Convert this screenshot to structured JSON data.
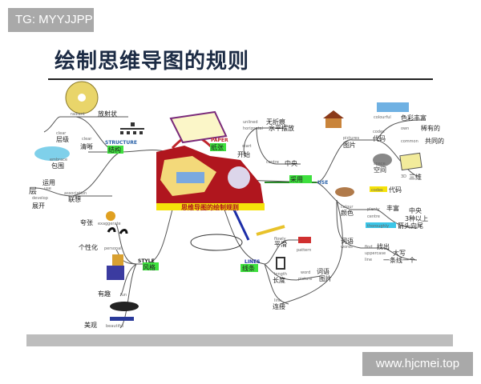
{
  "watermarks": {
    "top_left": "TG: MYYJJPP",
    "bottom_right": "www.hjcmei.top"
  },
  "slide": {
    "title": "绘制思维导图的规则"
  },
  "mindmap": {
    "center": {
      "banner": "思维导图的绘制规则"
    },
    "structure": {
      "en": "STRUCTURE",
      "cn": "结构",
      "radiant_en": "radiant",
      "radiant_cn": "放射状",
      "clear_en": "clear",
      "clear_cn": "清晰",
      "hier_en": "clear",
      "hier_cn": "层级",
      "embrace_en": "embrace",
      "embrace_cn": "包围",
      "assoc_en": "association",
      "assoc_cn": "联想",
      "use_en": "use",
      "use_cn": "运用",
      "develop_en": "develop",
      "develop_cn": "展开",
      "layer_cn": "层"
    },
    "paper": {
      "en": "PAPER",
      "cn": "纸张",
      "unlined_en": "unlined",
      "unlined_cn": "无折痕",
      "horizontal_en": "horizontal",
      "horizontal_cn": "水平摆放",
      "start_en": "start",
      "start_cn": "开始",
      "centre_en": "centre",
      "centre_cn": "中央"
    },
    "use": {
      "en": "USE",
      "cn": "采用",
      "picture_en": "pictures",
      "picture_cn": "图片",
      "colourful_en": "colourful",
      "colourful_cn": "色彩丰富",
      "codes_en": "codes",
      "codes_cn": "代码",
      "rare_en": "own",
      "rare_cn": "稀有的",
      "common_en": "common",
      "common_cn": "共同的",
      "space_en": "space",
      "space_cn": "空间",
      "threed_en": "3D",
      "threed_cn": "三维",
      "colour_en": "colour",
      "colour_cn": "颜色",
      "ccodes_en": "codes",
      "ccodes_cn": "代码",
      "rich_en": "plenty",
      "rich_cn": "丰富",
      "cent_en": "centre",
      "cent_cn": "中央",
      "three_cn": "3种以上",
      "arrow_en": "thoroughly",
      "arrow_cn": "箭头向尾",
      "words_en": "words",
      "words_cn": "词语",
      "find_en": "find",
      "find_cn": "找出",
      "upper_en": "uppercase",
      "upper_cn": "大写",
      "line_en": "line",
      "line_cn": "一条线一个"
    },
    "lines": {
      "en": "LINES",
      "cn": "线条",
      "smooth_en": "flowly",
      "smooth_cn": "平滑",
      "pattern_en": "pattern",
      "length_en": "length",
      "length_cn": "长度",
      "word_en": "word",
      "word_cn": "词语",
      "pic_en": "picture",
      "pic_cn": "图片",
      "link_en": "link",
      "link_cn": "连接"
    },
    "style": {
      "en": "STYLE",
      "cn": "风格",
      "exag_en": "exaggerate",
      "exag_cn": "夸张",
      "pers_en": "personal",
      "pers_cn": "个性化",
      "fun_en": "fun",
      "fun_cn": "有趣",
      "beau_en": "beautiful",
      "beau_cn": "美观"
    },
    "colors": {
      "green_tag": "#3ee03e",
      "structure_blue": "#2a62a8",
      "paper_red": "#c0262c",
      "center_red": "#b0161e",
      "banner_yellow": "#f5e20a",
      "highlight_cyan": "#3cc6e8"
    }
  }
}
